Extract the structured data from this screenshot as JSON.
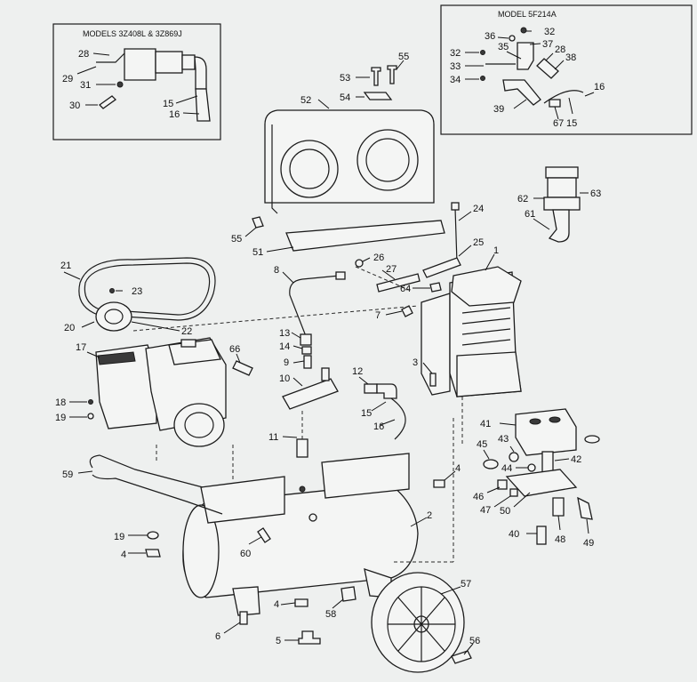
{
  "insets": {
    "left_title": "MODELS 3Z408L & 3Z869J",
    "right_title": "MODEL 5F214A"
  },
  "callouts": {
    "c1": "1",
    "c2": "2",
    "c3": "3",
    "c4a": "4",
    "c4b": "4",
    "c4c": "4",
    "c5": "5",
    "c6": "6",
    "c7": "7",
    "c8": "8",
    "c9": "9",
    "c10": "10",
    "c11": "11",
    "c12": "12",
    "c13": "13",
    "c14": "14",
    "c15a": "15",
    "c15b": "15",
    "c15c": "15",
    "c16a": "16",
    "c16b": "16",
    "c16c": "16",
    "c17": "17",
    "c18": "18",
    "c19a": "19",
    "c19b": "19",
    "c20": "20",
    "c21": "21",
    "c22": "22",
    "c23": "23",
    "c24": "24",
    "c25": "25",
    "c26": "26",
    "c27": "27",
    "c28a": "28",
    "c28b": "28",
    "c29": "29",
    "c30": "30",
    "c31": "31",
    "c32a": "32",
    "c32b": "32",
    "c33": "33",
    "c34": "34",
    "c35": "35",
    "c36": "36",
    "c37": "37",
    "c38": "38",
    "c39": "39",
    "c40": "40",
    "c41": "41",
    "c42": "42",
    "c43": "43",
    "c44": "44",
    "c45": "45",
    "c46": "46",
    "c47": "47",
    "c48": "48",
    "c49": "49",
    "c50": "50",
    "c51": "51",
    "c52": "52",
    "c53": "53",
    "c54": "54",
    "c55a": "55",
    "c55b": "55",
    "c56": "56",
    "c57": "57",
    "c58": "58",
    "c59": "59",
    "c60": "60",
    "c61": "61",
    "c62": "62",
    "c63": "63",
    "c64": "64",
    "c66": "66",
    "c67": "67"
  }
}
